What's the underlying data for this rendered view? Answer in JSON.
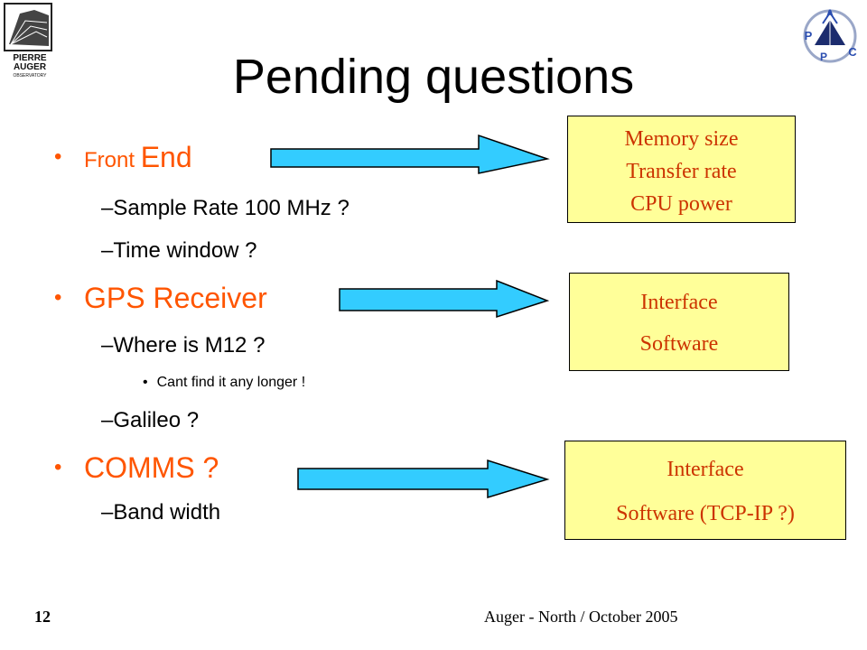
{
  "logos": {
    "left": {
      "line1": "PIERRE",
      "line2": "AUGER",
      "line3": "OBSERVATORY"
    },
    "right": {
      "letters": [
        "A",
        "P",
        "P",
        "C"
      ]
    }
  },
  "title": "Pending questions",
  "bullets": {
    "front_end": {
      "part1": "Front ",
      "part2": "End"
    },
    "sample_rate": "Sample Rate 100 MHz ?",
    "time_window": "Time window ?",
    "gps": "GPS Receiver",
    "where_m12": "Where is M12 ?",
    "cant_find": "Cant find it any longer !",
    "galileo": "Galileo ?",
    "comms": "COMMS ?",
    "bandwidth": "Band width"
  },
  "dash": "–",
  "dot": "•",
  "boxes": {
    "box1": [
      "Memory size",
      "Transfer rate",
      "CPU power"
    ],
    "box2": [
      "Interface",
      "Software"
    ],
    "box3": [
      "Interface",
      "Software (TCP-IP ?)"
    ]
  },
  "footer": {
    "slide_number": "12",
    "center": "Auger - North / October  2005"
  },
  "colors": {
    "heading_orange": "#ff5500",
    "box_fill": "#ffff99",
    "box_text": "#cc3300",
    "arrow_fill": "#33ccff"
  }
}
